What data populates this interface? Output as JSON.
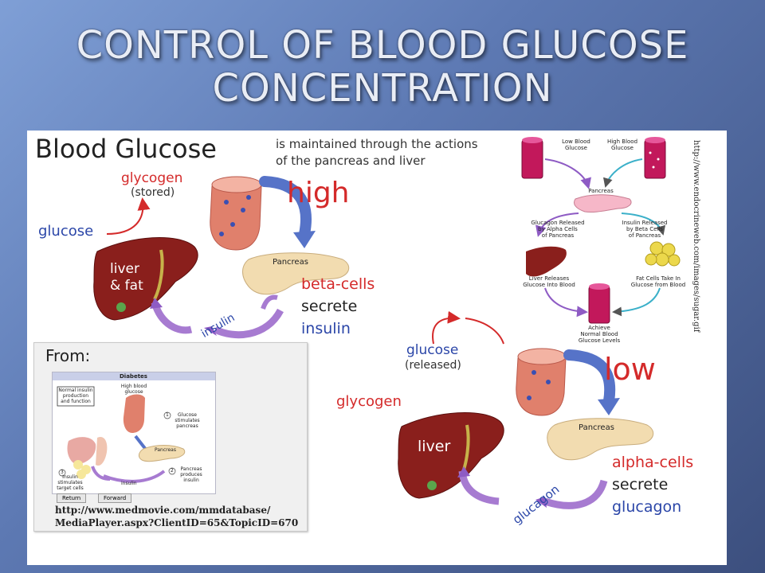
{
  "slide": {
    "title_line1": "CONTROL OF BLOOD GLUCOSE",
    "title_line2": "CONCENTRATION"
  },
  "main_diagram": {
    "heading": "Blood Glucose",
    "subheading_line1": "is maintained through the actions",
    "subheading_line2": "of the pancreas and liver",
    "high": {
      "label": "high",
      "glycogen": "glycogen",
      "stored": "(stored)",
      "glucose": "glucose",
      "liver_line1": "liver",
      "liver_line2": "& fat",
      "pancreas": "Pancreas",
      "hormone_arrow": "insulin",
      "cells": "beta-cells",
      "secrete": "secrete",
      "hormone": "insulin"
    },
    "low": {
      "label": "low",
      "glucose": "glucose",
      "released": "(released)",
      "glycogen": "glycogen",
      "liver": "liver",
      "pancreas": "Pancreas",
      "hormone_arrow": "glucagon",
      "cells": "alpha-cells",
      "secrete": "secrete",
      "hormone": "glucagon"
    }
  },
  "source_inset": {
    "from_label": "From:",
    "title": "Diabetes",
    "box_label_line1": "Normal insulin",
    "box_label_line2": "production",
    "box_label_line3": "and function",
    "high_blood_line1": "High blood",
    "high_blood_line2": "glucose",
    "step1_line1": "Glucose",
    "step1_line2": "stimulates",
    "step1_line3": "pancreas",
    "step1_num": "1",
    "pancreas": "Pancreas",
    "step2_line1": "Pancreas",
    "step2_line2": "produces",
    "step2_line3": "insulin",
    "step2_num": "2",
    "step3_line1": "Insulin",
    "step3_line2": "stimulates",
    "step3_line3": "target cells",
    "step3_num": "3",
    "insulin": "insulin",
    "return_button": "Return",
    "forward_button": "Forward",
    "url_line1": "http://www.medmovie.com/mmdatabase/",
    "url_line2": "MediaPlayer.aspx?ClientID=65&TopicID=670"
  },
  "flowchart": {
    "low_blood_line1": "Low Blood",
    "low_blood_line2": "Glucose",
    "high_blood_line1": "High Blood",
    "high_blood_line2": "Glucose",
    "pancreas": "Pancreas",
    "glucagon_line1": "Glucagon Released",
    "glucagon_line2": "by Alpha Cells",
    "glucagon_line3": "of Pancreas",
    "insulin_line1": "Insulin Released",
    "insulin_line2": "by Beta Cells",
    "insulin_line3": "of Pancreas",
    "liver_line1": "Liver Releases",
    "liver_line2": "Glucose Into Blood",
    "fat_line1": "Fat Cells Take In",
    "fat_line2": "Glucose from Blood",
    "achieve_line1": "Achieve",
    "achieve_line2": "Normal Blood",
    "achieve_line3": "Glucose Levels",
    "source_url": "http://www.endocrineweb.com/images/sugar.gif"
  },
  "colors": {
    "red_label": "#d42a2a",
    "blue_label": "#2b46a8",
    "liver": "#8a1f1c",
    "pancreas": "#f2dcb0",
    "vessel": "#e0806c",
    "purple_arrow": "#a77bd1",
    "blue_arrow": "#5673c8",
    "magenta_tube": "#c2185b"
  }
}
